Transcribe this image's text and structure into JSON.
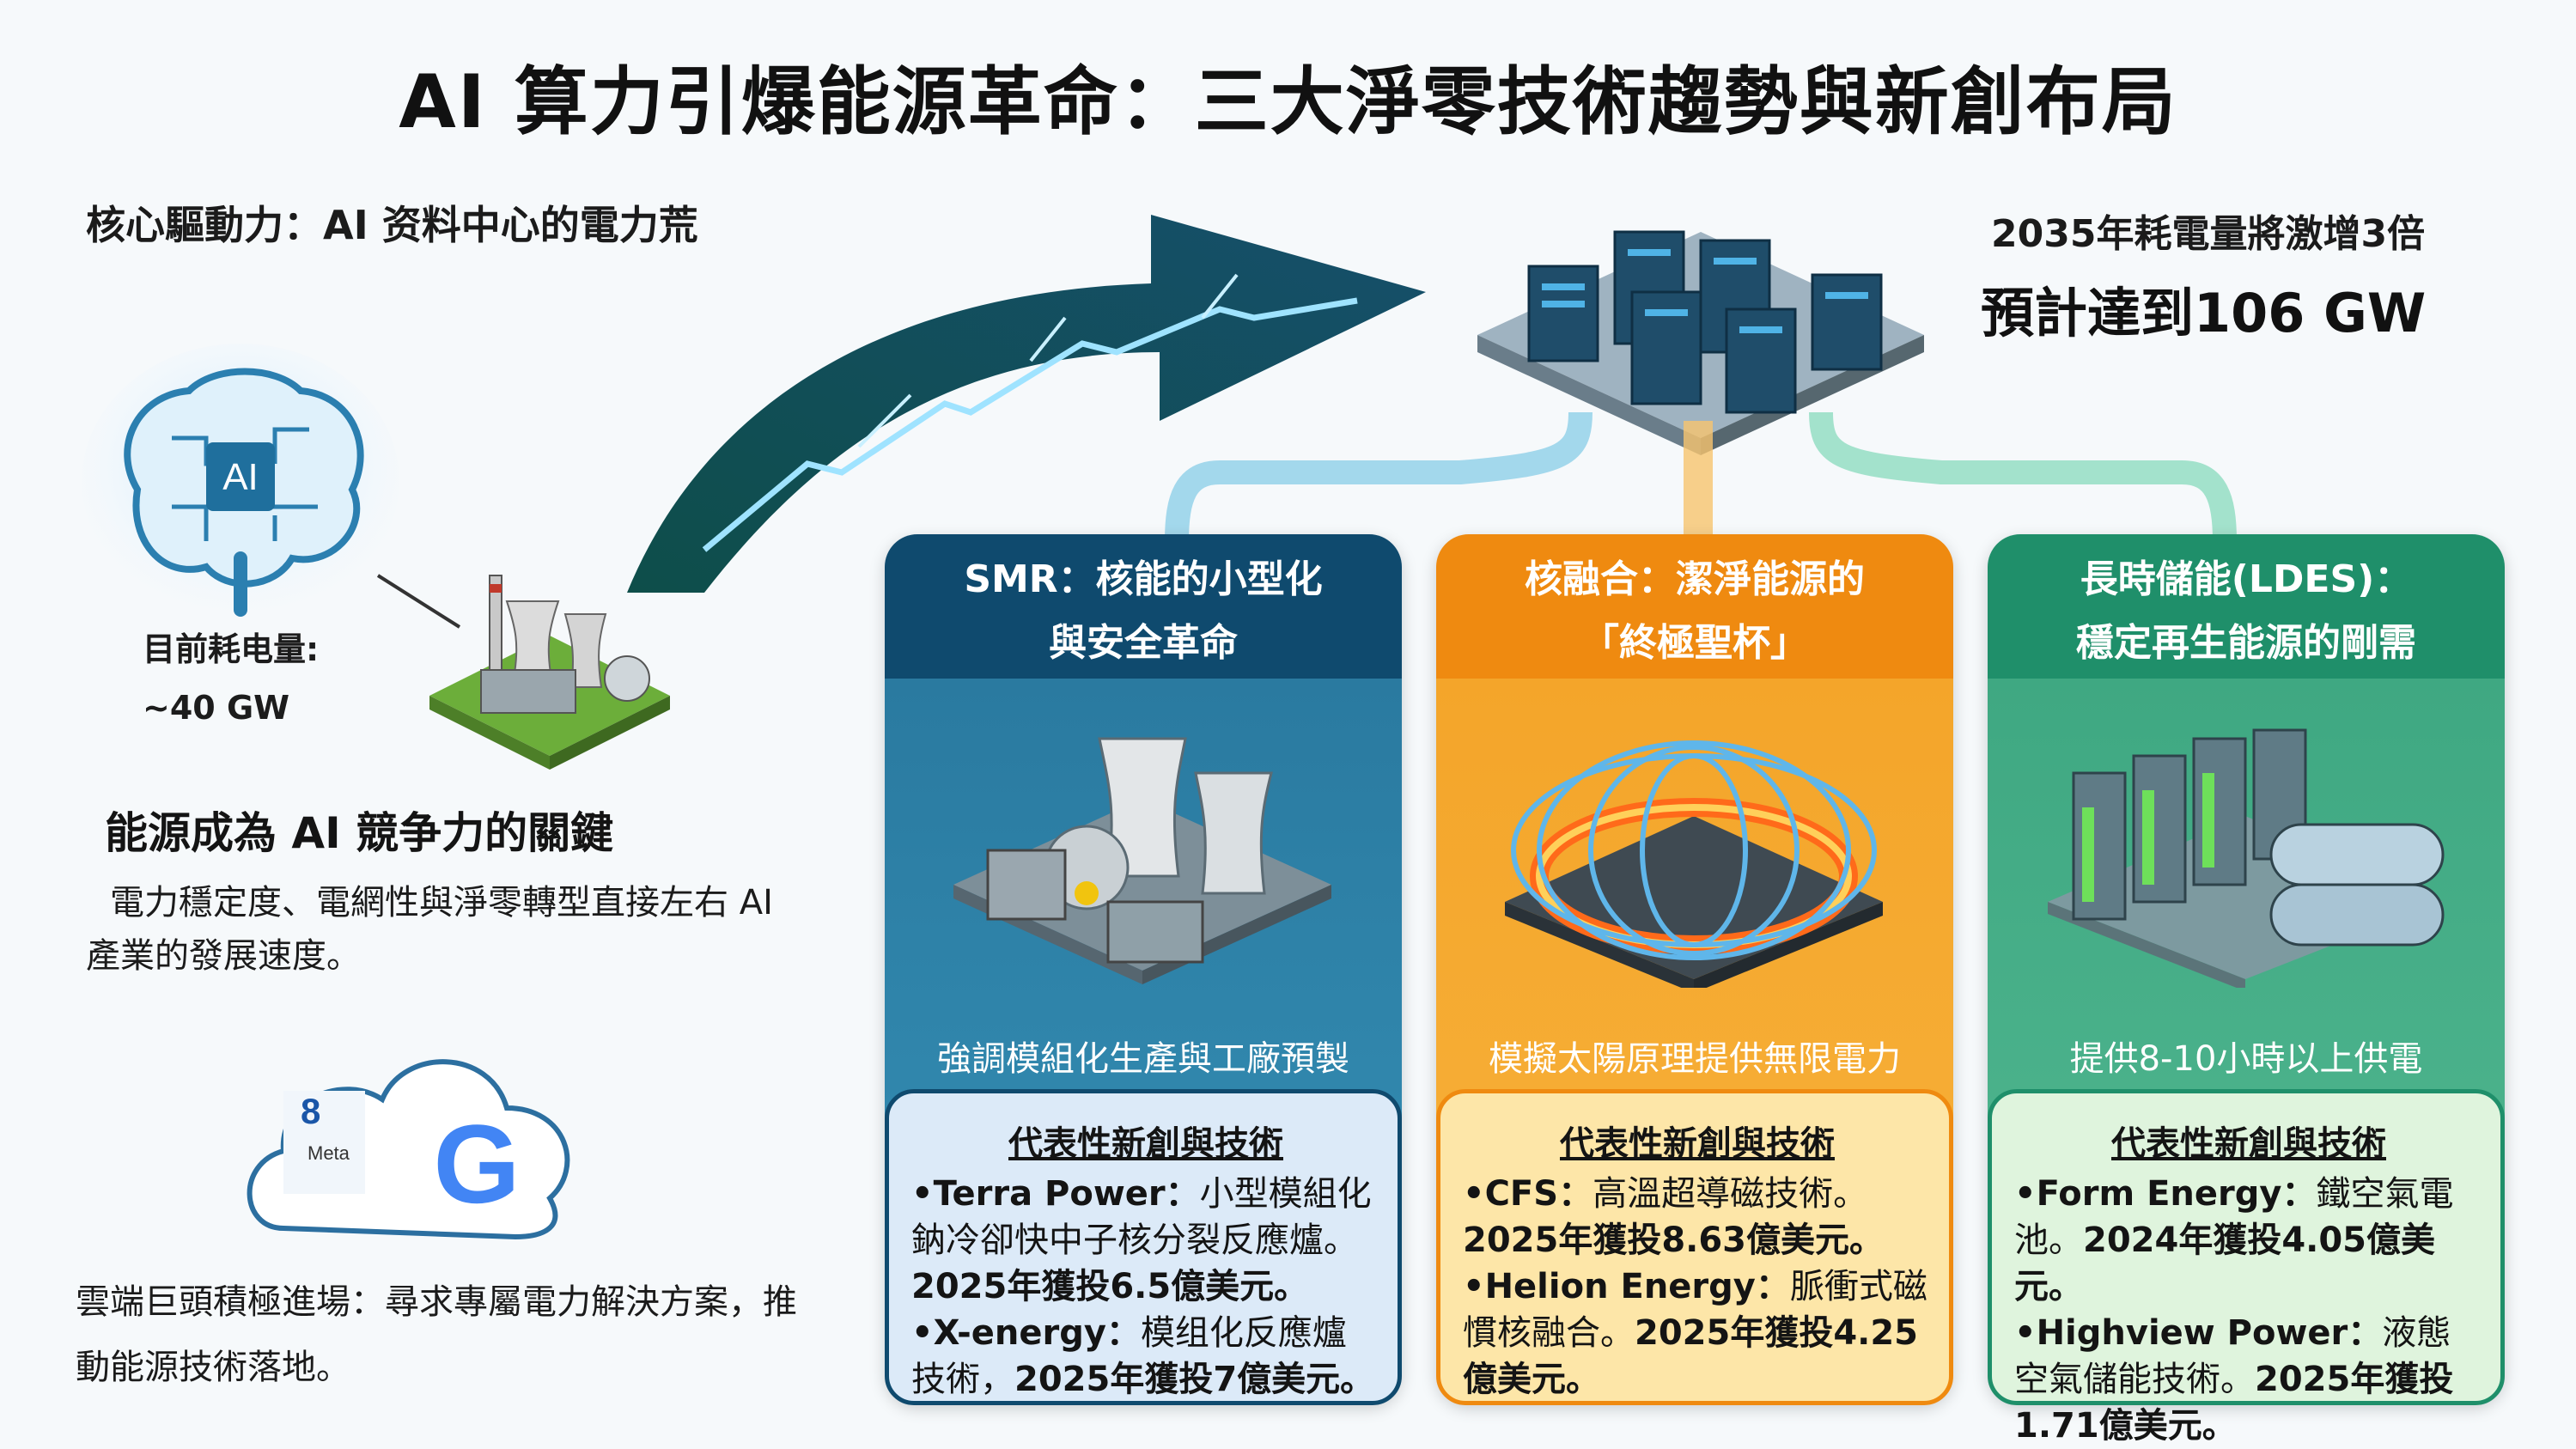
{
  "title": "AI 算力引爆能源革命：三大淨零技術趨勢與新創布局",
  "left": {
    "heading": "核心驅動力：AI 资料中心的電力荒",
    "brain_label": "AI",
    "current_usage_label": "目前耗电量:",
    "current_usage_value": "~40 GW",
    "key_title": "能源成為 AI 競争力的關鍵",
    "key_body": "電力穩定度、電網性與淨零轉型直接左右 AI 產業的發展速度。",
    "cloud_badge": "8",
    "cloud_meta": "Meta",
    "cloud_google": "G",
    "cloud_text": "雲端巨頭積極進場：尋求專屬電力解決方案，推動能源技術落地。"
  },
  "right": {
    "stat_line1": "2035年耗電量將激增3倍",
    "stat_line2": "預計達到106 GW"
  },
  "colors": {
    "smr_head": "#0f4a6e",
    "smr_body": "#2f7fa4",
    "fusion_head": "#f08c10",
    "fusion_body": "#f6a82a",
    "ldes_head": "#1f8f6a",
    "ldes_body": "#48b08a"
  },
  "cards": [
    {
      "head_line1": "SMR：核能的小型化",
      "head_line2": "與安全革命",
      "caption": "強調模組化生產與工廠預製",
      "box_title": "代表性新創與技術",
      "items": [
        {
          "name": "Terra Power：",
          "desc": "小型模組化鈉冷卻快中子核分裂反應爐。",
          "invest": "2025年獲投6.5億美元。"
        },
        {
          "name": "X-energy：",
          "desc": "模组化反應爐技術，",
          "invest": "2025年獲投7億美元。"
        }
      ]
    },
    {
      "head_line1": "核融合：潔淨能源的",
      "head_line2": "「終極聖杯」",
      "caption": "模擬太陽原理提供無限電力",
      "box_title": "代表性新創與技術",
      "items": [
        {
          "name": "CFS：",
          "desc": "高溫超導磁技術。",
          "invest": "2025年獲投8.63億美元。"
        },
        {
          "name": "Helion Energy：",
          "desc": "脈衝式磁慣核融合。",
          "invest": "2025年獲投4.25億美元。"
        }
      ]
    },
    {
      "head_line1": "長時儲能(LDES)：",
      "head_line2": "穩定再生能源的剛需",
      "caption": "提供8-10小時以上供電",
      "box_title": "代表性新創與技術",
      "items": [
        {
          "name": "Form Energy：",
          "desc": "鐵空氣電池。",
          "invest": "2024年獲投4.05億美元。"
        },
        {
          "name": "Highview Power：",
          "desc": "液態空氣儲能技術。",
          "invest": "2025年獲投1.71億美元。"
        }
      ]
    }
  ]
}
